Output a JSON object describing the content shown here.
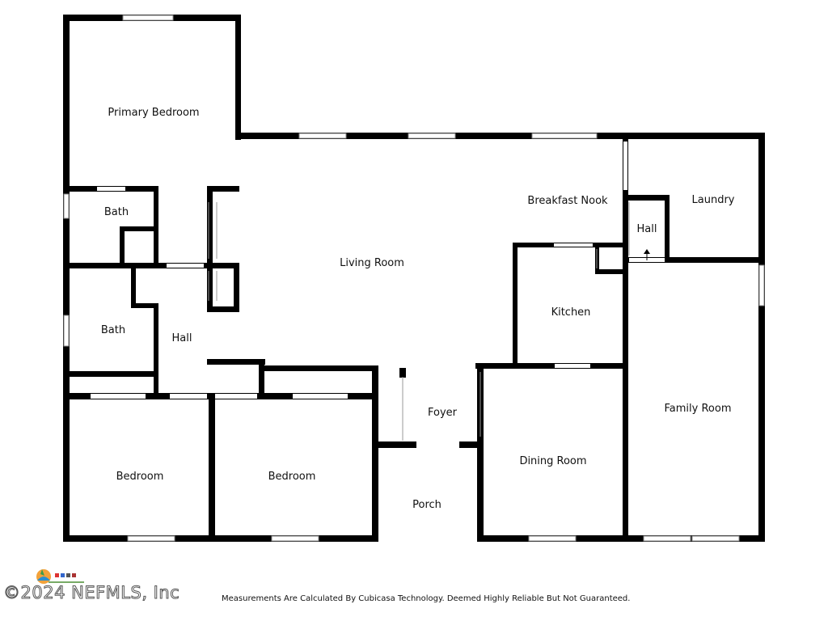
{
  "rooms": {
    "primary_bedroom": "Primary Bedroom",
    "bath_1": "Bath",
    "bath_2": "Bath",
    "hall_1": "Hall",
    "living_room": "Living Room",
    "breakfast_nook": "Breakfast Nook",
    "hall_2": "Hall",
    "laundry": "Laundry",
    "kitchen": "Kitchen",
    "bedroom_1": "Bedroom",
    "bedroom_2": "Bedroom",
    "foyer": "Foyer",
    "porch": "Porch",
    "dining_room": "Dining Room",
    "family_room": "Family Room"
  },
  "footer": {
    "disclaimer": "Measurements Are Calculated By Cubicasa Technology. Deemed Highly Reliable But Not Guaranteed.",
    "copyright": "©2024 NEFMLS, Inc"
  },
  "colors": {
    "wall": "#000000",
    "window": "#ffffff",
    "background": "#ffffff"
  }
}
